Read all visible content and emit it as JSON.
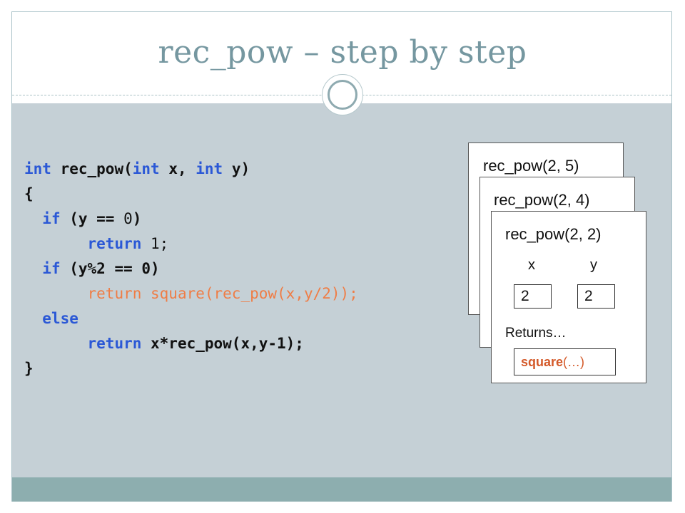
{
  "slide": {
    "title": "rec_pow – step by step"
  },
  "code": {
    "line1": {
      "t1": "int",
      "t2": " rec_pow(",
      "t3": "int",
      "t4": " x, ",
      "t5": "int",
      "t6": " y)"
    },
    "line2": {
      "t1": "{"
    },
    "line3": {
      "t1": "  ",
      "t2": "if",
      "t3": " (y == ",
      "t4": "0",
      "t5": ")"
    },
    "line4": {
      "t1": "       ",
      "t2": "return",
      "t3": " 1;"
    },
    "line5": {
      "t1": "  ",
      "t2": "if",
      "t3": " (y%2 == 0)"
    },
    "line6": {
      "t1": "       ",
      "t2": "return square(rec_pow(x,y/2));"
    },
    "line7": {
      "t1": "  ",
      "t2": "else"
    },
    "line8": {
      "t1": "       ",
      "t2": "return",
      "t3": " x*rec_pow(x,y-1);"
    },
    "line9": {
      "t1": "}"
    }
  },
  "stack": {
    "frame1": {
      "title": "rec_pow(2, 5)"
    },
    "frame2": {
      "title": "rec_pow(2, 4)"
    },
    "frame3": {
      "title": "rec_pow(2, 2)",
      "x_label": "x",
      "y_label": "y",
      "x_value": "2",
      "y_value": "2",
      "returns_label": "Returns…",
      "return_fn": "square",
      "return_args": "(…)"
    }
  },
  "colors": {
    "keyword": "#2b58d6",
    "highlight": "#ef7d46",
    "title": "#7597a0",
    "content_bg": "#c5d0d6",
    "footer_bg": "#8daeaf"
  }
}
